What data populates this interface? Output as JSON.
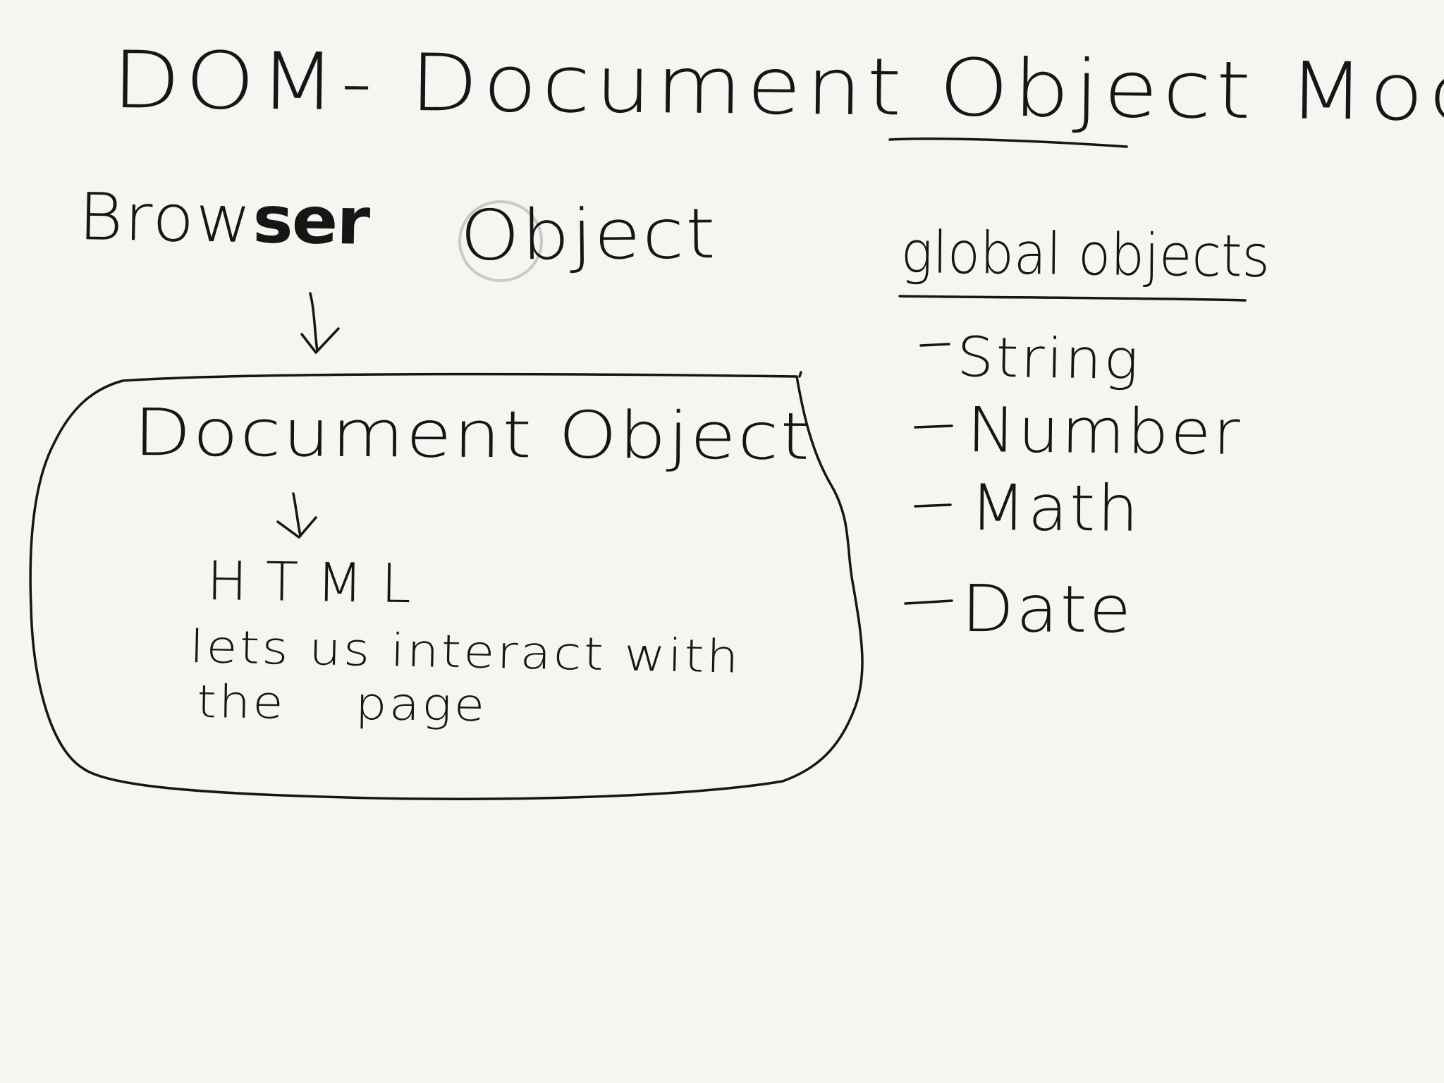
{
  "title": "DOM- Document Object Model",
  "browser": {
    "prefix": "Brow",
    "emphasis": "ser",
    "object": "Object"
  },
  "document_box": {
    "label": "Document Object",
    "child": "HTML",
    "description_line1": "lets us interact with",
    "description_line2_a": "the",
    "description_line2_b": "page"
  },
  "globals": {
    "heading": "global objects",
    "items": [
      "String",
      "Number",
      "Math",
      "Date"
    ]
  },
  "colors": {
    "background": "#f6f5f1",
    "ink": "#161616"
  }
}
